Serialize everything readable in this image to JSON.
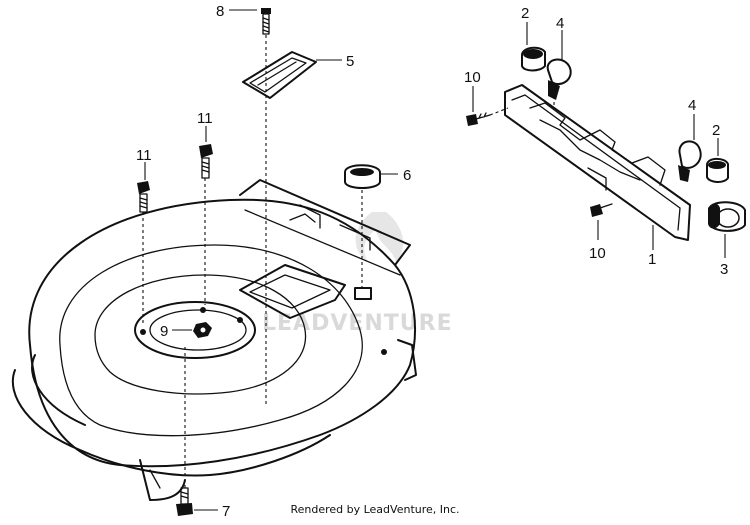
{
  "callouts": [
    {
      "id": "c8",
      "label": "8"
    },
    {
      "id": "c5",
      "label": "5"
    },
    {
      "id": "c6",
      "label": "6"
    },
    {
      "id": "c11a",
      "label": "11"
    },
    {
      "id": "c11b",
      "label": "11"
    },
    {
      "id": "c9",
      "label": "9"
    },
    {
      "id": "c7",
      "label": "7"
    },
    {
      "id": "c2a",
      "label": "2"
    },
    {
      "id": "c4a",
      "label": "4"
    },
    {
      "id": "c10a",
      "label": "10"
    },
    {
      "id": "c4b",
      "label": "4"
    },
    {
      "id": "c2b",
      "label": "2"
    },
    {
      "id": "c10b",
      "label": "10"
    },
    {
      "id": "c1",
      "label": "1"
    },
    {
      "id": "c3",
      "label": "3"
    }
  ],
  "watermark": "LEADVENTURE",
  "footer": "Rendered by LeadVenture, Inc."
}
